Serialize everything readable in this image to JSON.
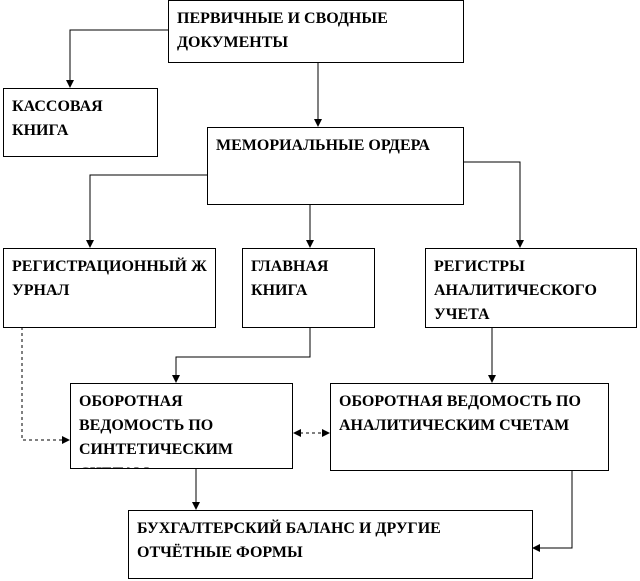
{
  "nodes": {
    "primary": "ПЕРВИЧНЫЕ И СВОДНЫЕ ДОКУМЕНТЫ",
    "cash_book": "КАССОВАЯ КНИГА",
    "memorial": "МЕМОРИАЛЬНЫЕ ОРДЕРА",
    "registration": "РЕГИСТРАЦИОННЫЙ ЖУРНАЛ",
    "general_ledger": "ГЛАВНАЯ КНИГА",
    "analytic_registers": "РЕГИСТРЫ АНАЛИТИЧЕСКОГО УЧЕТА",
    "synthetic_turnover": "ОБОРОТНАЯ ВЕДОМОСТЬ ПО СИНТЕТИЧЕСКИМ СЧЕТАМ",
    "analytic_turnover": "ОБОРОТНАЯ ВЕДОМОСТЬ ПО АНАЛИТИЧЕСКИМ СЧЕТАМ",
    "balance": "БУХГАЛТЕРСКИЙ БАЛАНС И ДРУГИЕ ОТЧЁТНЫЕ ФОРМЫ"
  }
}
